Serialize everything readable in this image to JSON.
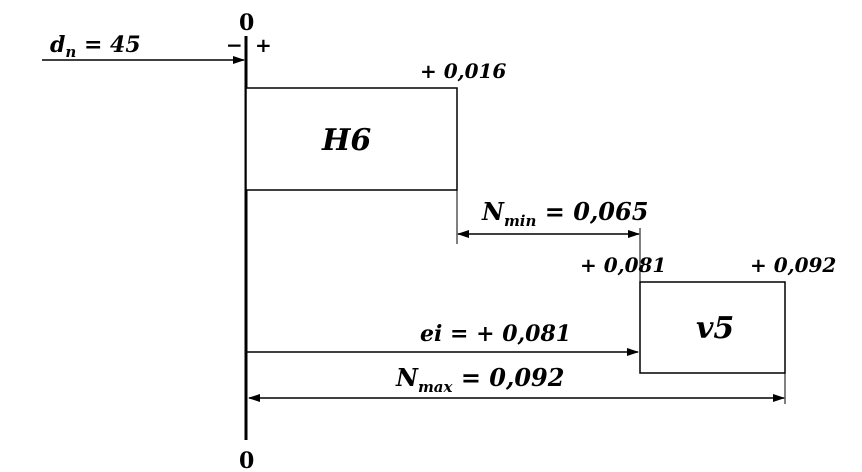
{
  "zero_line": {
    "top_label": "0",
    "bottom_label": "0",
    "minus_sign": "−",
    "plus_sign": "+"
  },
  "nominal": {
    "symbol": "d",
    "subscript": "n",
    "value_text": " = 45"
  },
  "hole_zone": {
    "name": "H6",
    "upper_deviation_label": "+ 0,016"
  },
  "shaft_zone": {
    "name": "v5",
    "lower_deviation_label": "+ 0,081",
    "upper_deviation_label": "+ 0,092"
  },
  "n_min": {
    "symbol": "N",
    "subscript": "min",
    "value_text": " = 0,065"
  },
  "ei": {
    "text": "ei  = + 0,081"
  },
  "n_max": {
    "symbol": "N",
    "subscript": "max",
    "value_text": " = 0,092"
  }
}
